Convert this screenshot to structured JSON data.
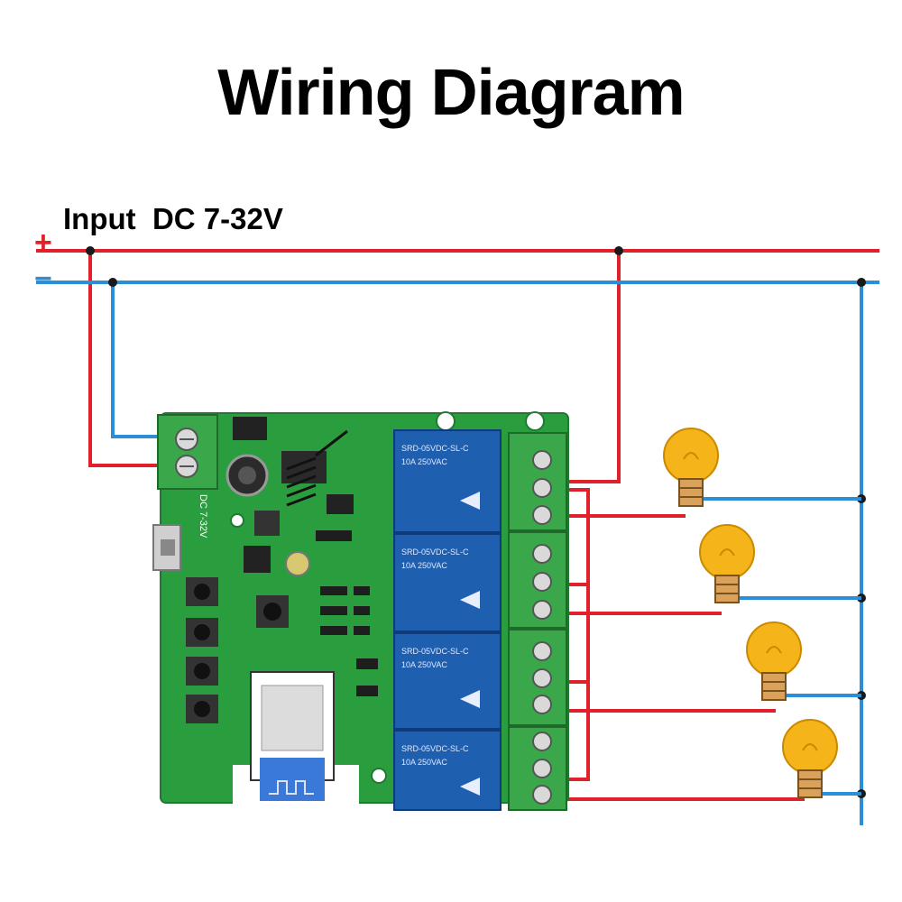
{
  "title": "Wiring Diagram",
  "input": {
    "label": "Input  DC 7-32V",
    "plus": "+",
    "minus": "−"
  },
  "board": {
    "terminal_label": "DC 7-32V",
    "relay_marking": "SRD-05VDC-SL-C",
    "relay_rating": "10A 250VAC",
    "relay_count": 4
  },
  "loads": {
    "lamp_count": 4
  },
  "colors": {
    "positive_wire": "#e0202a",
    "negative_wire": "#2b8fd8",
    "pcb": "#2a9d3f",
    "relay": "#1f5fb0",
    "terminal": "#3aa84a",
    "bulb": "#f5b41a"
  }
}
